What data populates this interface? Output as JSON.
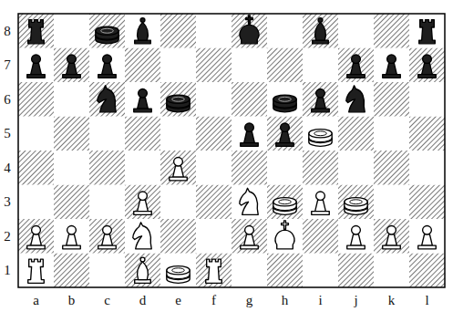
{
  "diagram": {
    "labels": [
      "8",
      "7",
      "6",
      "5",
      "4",
      "3",
      "2",
      "1",
      "a",
      "b",
      "c",
      "d",
      "e",
      "f",
      "g",
      "h",
      "i",
      "j",
      "k",
      "l"
    ]
  }
}
